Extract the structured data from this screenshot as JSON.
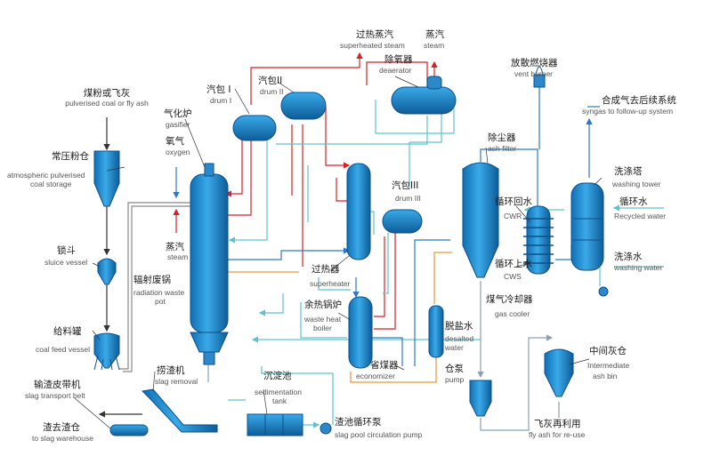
{
  "colors": {
    "vessel": "#1a8fd6",
    "vessel_dark": "#0d4f8a",
    "steam_line": "#d2232a",
    "water_line": "#62c3cf",
    "gas_line": "#2f77c4",
    "ash_line": "#8aa0b4",
    "coal_line": "#333333",
    "desalted_line": "#e39a3c"
  },
  "labels": {
    "coal": {
      "cn": "煤粉或飞灰",
      "en": "pulverised coal or fly ash"
    },
    "atm_storage": {
      "cn": "常压粉仓",
      "en1": "atmospheric pulverised",
      "en2": "coal storage"
    },
    "sluice": {
      "cn": "锁斗",
      "en": "sluice vessel"
    },
    "coal_feed": {
      "cn": "给料罐",
      "en": "coal feed vessel"
    },
    "gasifier": {
      "cn": "气化炉",
      "en": "gasifier"
    },
    "oxygen": {
      "cn": "氧气",
      "en": "oxygen"
    },
    "steam_in": {
      "cn": "蒸汽",
      "en": "steam"
    },
    "radiation": {
      "cn": "辐射废锅",
      "en1": "radiation waste",
      "en2": "pot"
    },
    "drum1": {
      "cn": "汽包 I",
      "en": "drum Ⅰ"
    },
    "drum2": {
      "cn": "汽包II",
      "en": "drum II"
    },
    "drum3": {
      "cn": "汽包III",
      "en": "drum III"
    },
    "superheated": {
      "cn": "过热蒸汽",
      "en": "superheated steam"
    },
    "deaerator": {
      "cn": "除氧器",
      "en": "deaerator"
    },
    "steam_out": {
      "cn": "蒸汽",
      "en": "steam"
    },
    "superheater": {
      "cn": "过热器",
      "en": "superheater"
    },
    "waste_heat": {
      "cn": "余热锅炉",
      "en1": "waste heat",
      "en2": "boiler"
    },
    "economizer": {
      "cn": "省煤器",
      "en": "economizer"
    },
    "desalted": {
      "cn": "脱盐水",
      "en1": "desalted",
      "en2": "water"
    },
    "pump": {
      "cn": "仓泵",
      "en": "pump"
    },
    "ash_filter": {
      "cn": "除尘器",
      "en": "ash filter"
    },
    "vent_burner": {
      "cn": "放散燃烧器",
      "en": "vent burner"
    },
    "syngas": {
      "cn": "合成气去后续系统",
      "en": "syngas to follow-up system"
    },
    "cwr": {
      "cn": "循环回水",
      "en": "CWR"
    },
    "cws": {
      "cn": "循环上水",
      "en": "CWS"
    },
    "gas_cooler": {
      "cn": "煤气冷却器",
      "en": "gas cooler"
    },
    "washing_tower": {
      "cn": "洗涤塔",
      "en": "washing tower"
    },
    "recycled_water": {
      "cn": "循环水",
      "en": "Recycled water"
    },
    "washing_water": {
      "cn": "洗涤水",
      "en": "washing water"
    },
    "intermediate_ash": {
      "cn": "中间灰仓",
      "en1": "Intermediate",
      "en2": "ash bin"
    },
    "fly_ash_reuse": {
      "cn": "飞灰再利用",
      "en": "fly ash for re-use"
    },
    "slag_belt": {
      "cn": "输渣皮带机",
      "en": "slag transport belt"
    },
    "slag_warehouse": {
      "cn": "渣去渣仓",
      "en": "to slag warehouse"
    },
    "slag_removal": {
      "cn": "捞渣机",
      "en": "slag removal"
    },
    "sed_tank": {
      "cn": "沉淀池",
      "en1": "sedimentation",
      "en2": "tank"
    },
    "slag_pump": {
      "cn": "渣池循环泵",
      "en": "slag pool circulation pump"
    }
  }
}
